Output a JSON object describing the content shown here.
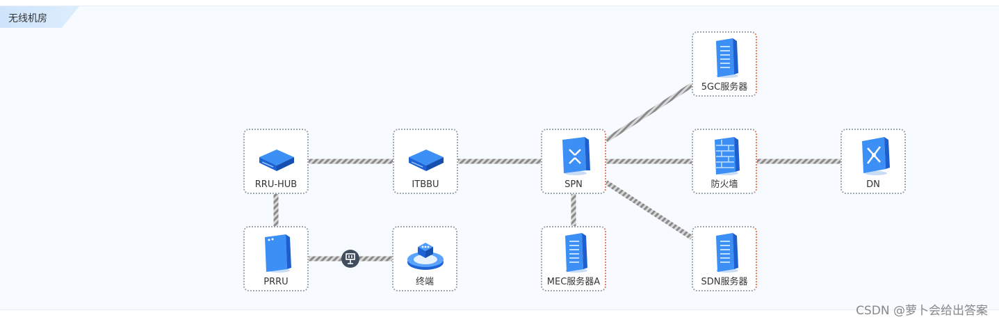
{
  "panel": {
    "title": "无线机房"
  },
  "nodes": [
    {
      "id": "rru-hub",
      "label": "RRU-HUB",
      "icon": "switch-box-icon"
    },
    {
      "id": "itbbu",
      "label": "ITBBU",
      "icon": "switch-box-icon"
    },
    {
      "id": "spn",
      "label": "SPN",
      "icon": "router-switch-icon"
    },
    {
      "id": "5gc",
      "label": "5GC服务器",
      "icon": "server-icon"
    },
    {
      "id": "firewall",
      "label": "防火墙",
      "icon": "firewall-icon"
    },
    {
      "id": "dn",
      "label": "DN",
      "icon": "network-hub-icon"
    },
    {
      "id": "prru",
      "label": "PRRU",
      "icon": "prru-device-icon"
    },
    {
      "id": "terminal",
      "label": "终端",
      "icon": "terminal-device-icon"
    },
    {
      "id": "mec-a",
      "label": "MEC服务器A",
      "icon": "server-icon"
    },
    {
      "id": "sdn",
      "label": "SDN服务器",
      "icon": "server-icon"
    }
  ],
  "links": [
    {
      "from": "rru-hub",
      "to": "itbbu"
    },
    {
      "from": "itbbu",
      "to": "spn"
    },
    {
      "from": "spn",
      "to": "5gc"
    },
    {
      "from": "spn",
      "to": "firewall"
    },
    {
      "from": "firewall",
      "to": "dn"
    },
    {
      "from": "spn",
      "to": "mec-a"
    },
    {
      "from": "spn",
      "to": "sdn"
    },
    {
      "from": "rru-hub",
      "to": "prru"
    },
    {
      "from": "prru",
      "to": "terminal",
      "badge_icon": "wireless-link-icon"
    }
  ],
  "watermark": "CSDN @萝卜会给出答案"
}
